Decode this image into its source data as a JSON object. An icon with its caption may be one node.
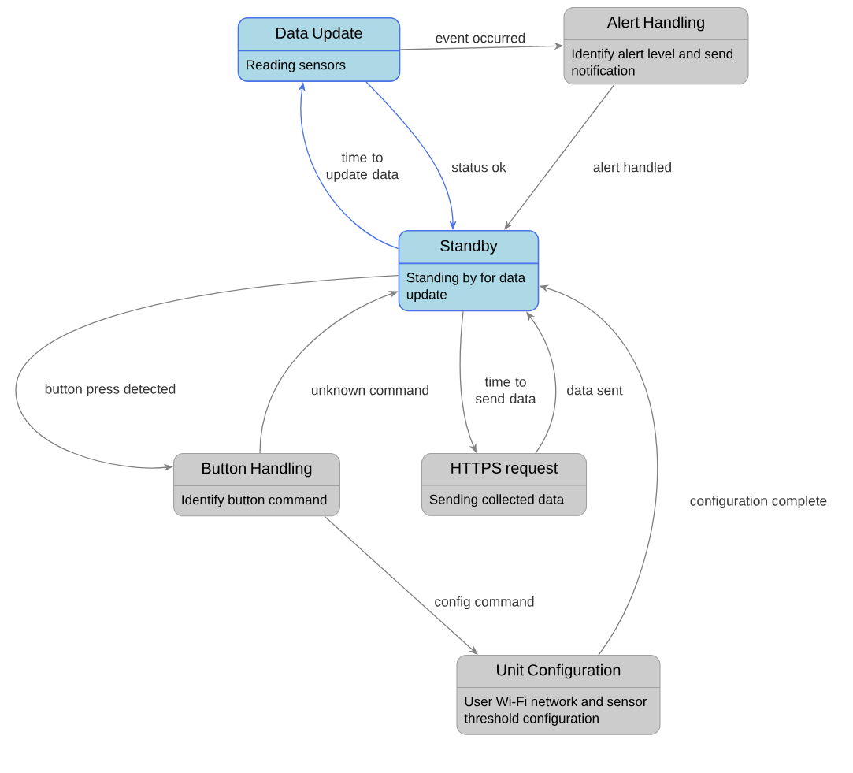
{
  "diagram": {
    "nodes": [
      {
        "text": [
          "Data Update",
          "Reading sensors"
        ]
      },
      {
        "text": [
          "Alert Handling",
          "Identify alert level and send notification"
        ]
      },
      {
        "text": [
          "Standby",
          "Standing by for data update"
        ]
      },
      {
        "text": [
          "Button Handling",
          "Identify button command"
        ]
      },
      {
        "text": [
          "HTTPS request",
          "Sending collected data"
        ]
      },
      {
        "text": [
          "Unit Configuration",
          "User Wi-Fi network and sensor threshold configuration"
        ]
      }
    ],
    "edges": [
      {
        "from": 0,
        "to": 1,
        "arrow": "to",
        "label": "event occurred"
      },
      {
        "from": 1,
        "to": 2,
        "arrow": "to",
        "label": "alert handled"
      },
      {
        "from": 0,
        "to": 2,
        "arrow": "to",
        "label": "status ok",
        "color": "#4a72e8"
      },
      {
        "from": 2,
        "to": 0,
        "arrow": "to",
        "label": "time to update data",
        "color": "#4a72e8"
      },
      {
        "from": 2,
        "to": 3,
        "arrow": "to",
        "label": "button press detected"
      },
      {
        "from": 3,
        "to": 2,
        "arrow": "to",
        "label": "unknown command"
      },
      {
        "from": 2,
        "to": 4,
        "arrow": "to",
        "label": "time to send data"
      },
      {
        "from": 4,
        "to": 2,
        "arrow": "to",
        "label": "data sent"
      },
      {
        "from": 3,
        "to": 5,
        "arrow": "to",
        "label": "config command"
      },
      {
        "from": 5,
        "to": 2,
        "arrow": "to",
        "label": "configuration complete"
      }
    ]
  }
}
